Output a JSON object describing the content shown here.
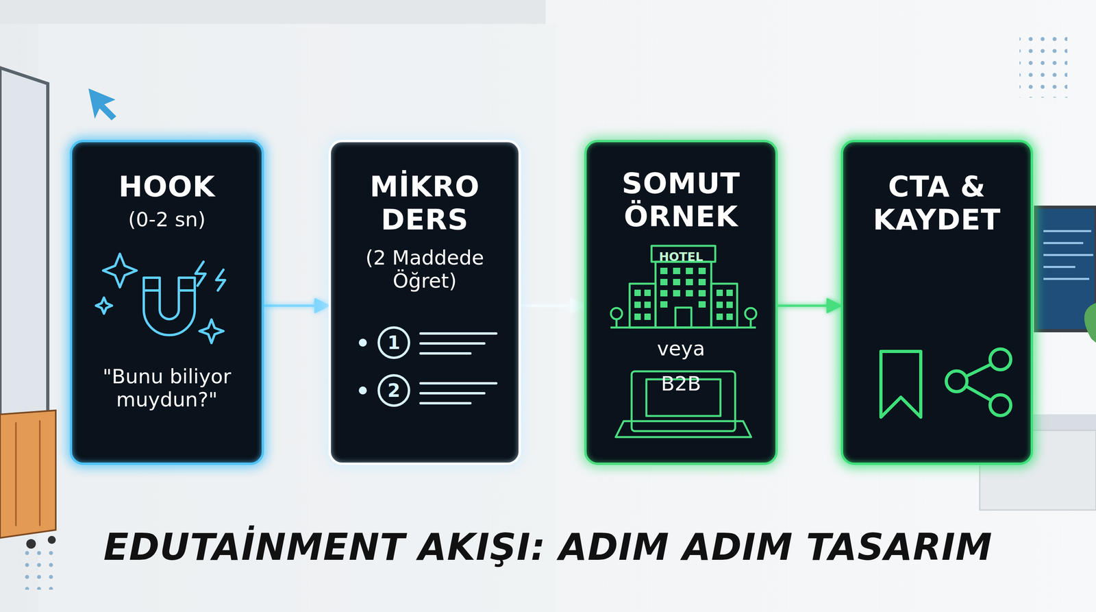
{
  "diagram": {
    "title": "EDUTAİNMENT AKIŞI: ADIM ADIM TASARIM",
    "nodes": [
      {
        "text": [
          "HOOK",
          "(0-2 sn)",
          "\"Bunu biliyor muydun?\""
        ]
      },
      {
        "text": [
          "MİKRO DERS",
          "(2 Maddede Öğret)",
          "1",
          "2"
        ]
      },
      {
        "text": [
          "SOMUT ÖRNEK",
          "HOTEL",
          "veya",
          "B2B"
        ]
      },
      {
        "text": [
          "CTA & KAYDET"
        ]
      }
    ],
    "edges": [
      {
        "from": 0,
        "to": 1,
        "arrow": "to"
      },
      {
        "from": 1,
        "to": 2,
        "arrow": "to"
      },
      {
        "from": 2,
        "to": 3,
        "arrow": "to"
      }
    ]
  }
}
